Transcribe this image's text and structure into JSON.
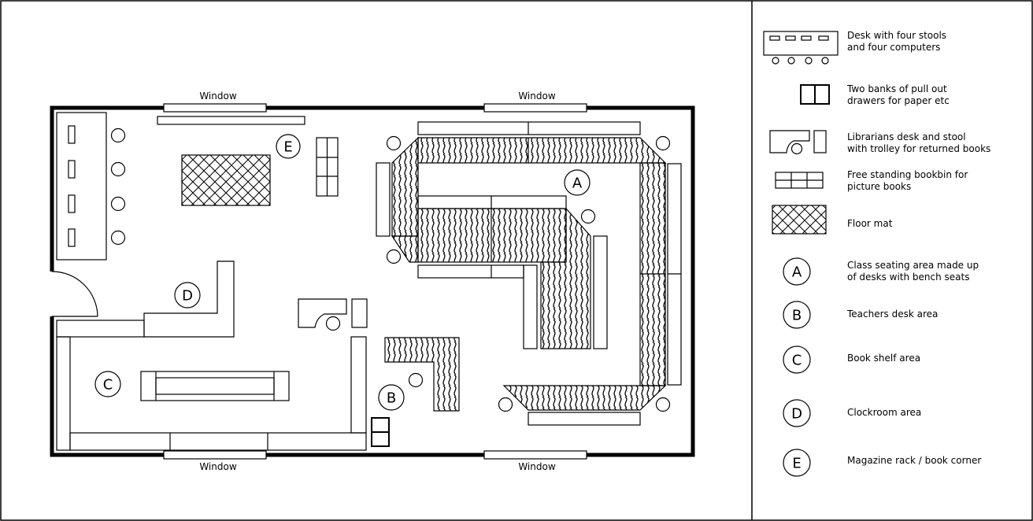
{
  "plan": {
    "windows": [
      "Window",
      "Window",
      "Window",
      "Window"
    ],
    "zones": [
      "A",
      "B",
      "C",
      "D",
      "E"
    ]
  },
  "legend": {
    "items": [
      {
        "symbol": "desk-stools",
        "line1": "Desk with four stools",
        "line2": "and four computers"
      },
      {
        "symbol": "drawers",
        "line1": "Two banks of pull out",
        "line2": "drawers for paper etc"
      },
      {
        "symbol": "librarian-desk",
        "line1": "Librarians desk and stool",
        "line2": "with trolley for returned books"
      },
      {
        "symbol": "bookbin",
        "line1": "Free standing bookbin for",
        "line2": "picture books"
      },
      {
        "symbol": "floor-mat",
        "line1": "Floor mat",
        "line2": ""
      },
      {
        "symbol": "A",
        "line1": "Class seating area made up",
        "line2": "of desks with bench seats"
      },
      {
        "symbol": "B",
        "line1": "Teachers desk area",
        "line2": ""
      },
      {
        "symbol": "C",
        "line1": "Book shelf area",
        "line2": ""
      },
      {
        "symbol": "D",
        "line1": "Clockroom area",
        "line2": ""
      },
      {
        "symbol": "E",
        "line1": "Magazine rack / book corner",
        "line2": ""
      }
    ]
  }
}
